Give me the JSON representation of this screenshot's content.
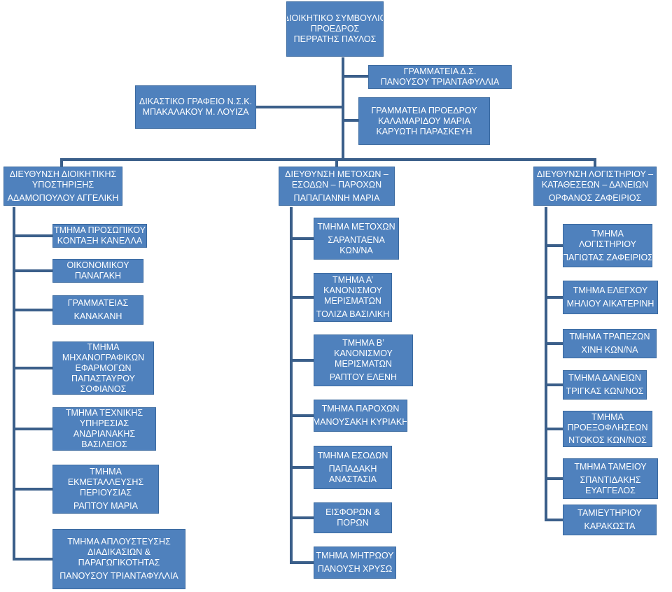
{
  "colors": {
    "box_fill": "#4f81bd",
    "box_text": "#ffffff",
    "line": "#3b5f8a"
  },
  "board": {
    "lines": [
      "ΔΙΟΙΚΗΤΙΚΟ ΣΥΜΒΟΥΛΙΟ",
      "ΠΡΟΕΔΡΟΣ",
      "ΠΕΡΡΑΤΗΣ ΠΑΥΛΟΣ"
    ]
  },
  "legal_office": {
    "lines": [
      "ΔΙΚΑΣΤΙΚΟ ΓΡΑΦΕΙΟ Ν.Σ.Κ.",
      "ΜΠΑΚΑΛΑΚΟΥ Μ. ΛΟΥΙΖΑ"
    ]
  },
  "board_secretariat": {
    "lines": [
      "ΓΡΑΜΜΑΤΕΙΑ Δ.Σ.",
      "ΠΑΝΟΥΣΟΥ ΤΡΙΑΝΤΑΦΥΛΛΙΑ"
    ]
  },
  "president_secretariat": {
    "lines": [
      "ΓΡΑΜΜΑΤΕΙΑ ΠΡΟΕΔΡΟΥ",
      "ΚΑΛΑΜΑΡΙΔΟΥ ΜΑΡΙΑ",
      "ΚΑΡΥΩΤΗ ΠΑΡΑΣΚΕΥΗ"
    ]
  },
  "directorates": [
    {
      "id": "admin",
      "title_lines": [
        "ΔΙΕΥΘΥΝΣΗ ΔΙΟΙΚΗΤΙΚΗΣ",
        "ΥΠΟΣΤΗΡΙΞΗΣ"
      ],
      "head": "ΑΔΑΜΟΠΟΥΛΟΥ ΑΓΓΕΛΙΚΗ",
      "departments": [
        {
          "title_lines": [
            "ΤΜΗΜΑ ΠΡΟΣΩΠΙΚΟΥ"
          ],
          "head_lines": [
            "ΚΟΝΤΑΞΗ ΚΑΝΕΛΛΑ"
          ]
        },
        {
          "title_lines": [
            "ΟΙΚΟΝΟΜΙΚΟΥ"
          ],
          "head_lines": [
            "ΠΑΝΑΓΑΚΗ"
          ]
        },
        {
          "title_lines": [
            "ΓΡΑΜΜΑΤΕΙΑΣ"
          ],
          "head_lines": [
            "ΚΑΝΑΚΑΝΗ"
          ]
        },
        {
          "title_lines": [
            "ΤΜΗΜΑ",
            "ΜΗΧΑΝΟΓΡΑΦΙΚΩΝ",
            "ΕΦΑΡΜΟΓΩΝ"
          ],
          "head_lines": [
            "ΠΑΠΑΣΤΑΥΡΟΥ",
            "ΣΟΦΙΑΝΟΣ"
          ]
        },
        {
          "title_lines": [
            "ΤΜΗΜΑ ΤΕΧΝΙΚΗΣ",
            "ΥΠΗΡΕΣΙΑΣ"
          ],
          "head_lines": [
            "ΑΝΔΡΙΑΝΑΚΗΣ",
            "ΒΑΣΙΛΕΙΟΣ"
          ]
        },
        {
          "title_lines": [
            "ΤΜΗΜΑ",
            "ΕΚΜΕΤΑΛΛΕΥΣΗΣ",
            "ΠΕΡΙΟΥΣΙΑΣ"
          ],
          "head_lines": [
            "ΡΑΠΤΟΥ ΜΑΡΙΑ"
          ]
        },
        {
          "title_lines": [
            "ΤΜΗΜΑ ΑΠΛΟΥΣΤΕΥΣΗΣ",
            "ΔΙΑΔΙΚΑΣΙΩΝ &",
            "ΠΑΡΑΓΩΓΙΚΟΤΗΤΑΣ"
          ],
          "head_lines": [
            "ΠΑΝΟΥΣΟΥ ΤΡΙΑΝΤΑΦΥΛΛΙΑ"
          ]
        }
      ]
    },
    {
      "id": "shareholders",
      "title_lines": [
        "ΔΙΕΥΘΥΝΣΗ ΜΕΤΟΧΩΝ –",
        "ΕΣΟΔΩΝ – ΠΑΡΟΧΩΝ"
      ],
      "head": "ΠΑΠΑΓΙΑΝΝΗ ΜΑΡΙΑ",
      "departments": [
        {
          "title_lines": [
            "ΤΜΗΜΑ ΜΕΤΟΧΩΝ"
          ],
          "head_lines": [
            "ΣΑΡΑΝΤΑΕΝΑ",
            "ΚΩΝ/ΝΑ"
          ]
        },
        {
          "title_lines": [
            "ΤΜΗΜΑ Α’",
            "ΚΑΝΟΝΙΣΜΟΥ",
            "ΜΕΡΙΣΜΑΤΩΝ"
          ],
          "head_lines": [
            "ΤΟΛΙΖΑ ΒΑΣΙΛΙΚΗ"
          ]
        },
        {
          "title_lines": [
            "ΤΜΗΜΑ Β’",
            "ΚΑΝΟΝΙΣΜΟΥ",
            "ΜΕΡΙΣΜΑΤΩΝ"
          ],
          "head_lines": [
            "ΡΑΠΤΟΥ ΕΛΕΝΗ"
          ]
        },
        {
          "title_lines": [
            "ΤΜΗΜΑ ΠΑΡΟΧΩΝ"
          ],
          "head_lines": [
            "ΜΑΝΟΥΣΑΚΗ ΚΥΡΙΑΚΗ"
          ]
        },
        {
          "title_lines": [
            "ΤΜΗΜΑ ΕΣΟΔΩΝ"
          ],
          "head_lines": [
            "ΠΑΠΑΔΑΚΗ",
            "ΑΝΑΣΤΑΣΙΑ"
          ]
        },
        {
          "title_lines": [
            "ΕΙΣΦΟΡΩΝ &",
            "ΠΟΡΩΝ"
          ],
          "head_lines": []
        },
        {
          "title_lines": [
            "ΤΜΗΜΑ ΜΗΤΡΩΟΥ"
          ],
          "head_lines": [
            "ΠΑΝΟΥΣΗ ΧΡΥΣΩ"
          ]
        }
      ]
    },
    {
      "id": "accounting",
      "title_lines": [
        "ΔΙΕΥΘΥΝΣΗ ΛΟΓΙΣΤΗΡΙΟΥ –",
        "ΚΑΤΑΘΕΣΕΩΝ – ΔΑΝΕΙΩΝ"
      ],
      "head": "ΟΡΦΑΝΟΣ ΖΑΦΕΙΡΙΟΣ",
      "departments": [
        {
          "title_lines": [
            "ΤΜΗΜΑ",
            "ΛΟΓΙΣΤΗΡΙΟΥ"
          ],
          "head_lines": [
            "ΠΑΓΙΩΤΑΣ ΖΑΦΕΙΡΙΟΣ"
          ]
        },
        {
          "title_lines": [
            "ΤΜΗΜΑ ΕΛΕΓΧΟΥ"
          ],
          "head_lines": [
            "ΜΗΛΙΟΥ ΑΙΚΑΤΕΡΙΝΗ"
          ]
        },
        {
          "title_lines": [
            "ΤΜΗΜΑ ΤΡΑΠΕΖΩΝ"
          ],
          "head_lines": [
            "ΧΙΝΗ ΚΩΝ/ΝΑ"
          ]
        },
        {
          "title_lines": [
            "ΤΜΗΜΑ ΔΑΝΕΙΩΝ"
          ],
          "head_lines": [
            "ΤΡΙΓΚΑΣ ΚΩΝ/ΝΟΣ"
          ]
        },
        {
          "title_lines": [
            "ΤΜΗΜΑ",
            "ΠΡΟΕΞΟΦΛΗΣΕΩΝ"
          ],
          "head_lines": [
            "ΝΤΟΚΟΣ ΚΩΝ/ΝΟΣ"
          ]
        },
        {
          "title_lines": [
            "ΤΜΗΜΑ ΤΑΜΕΙΟΥ"
          ],
          "head_lines": [
            "ΣΠΑΝΤΙΔΑΚΗΣ",
            "ΕΥΑΓΓΕΛΟΣ"
          ]
        },
        {
          "title_lines": [
            "ΤΑΜΙΕΥΤΗΡΙΟΥ"
          ],
          "head_lines": [
            "ΚΑΡΑΚΩΣΤΑ"
          ]
        }
      ]
    }
  ]
}
